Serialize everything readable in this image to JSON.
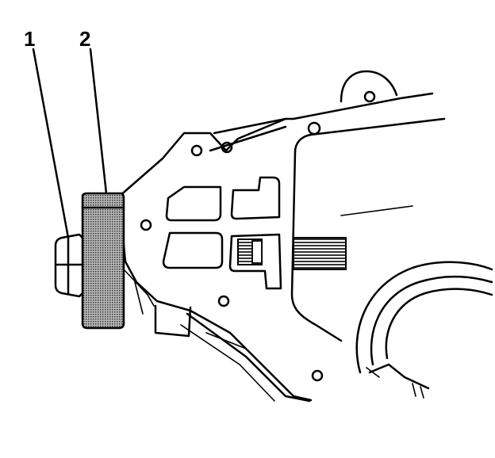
{
  "callouts": [
    {
      "id": 1,
      "label": "1"
    },
    {
      "id": 2,
      "label": "2"
    }
  ],
  "colors": {
    "ink": "#000000",
    "paper": "#ffffff",
    "knurl": "#9a9a9a"
  }
}
